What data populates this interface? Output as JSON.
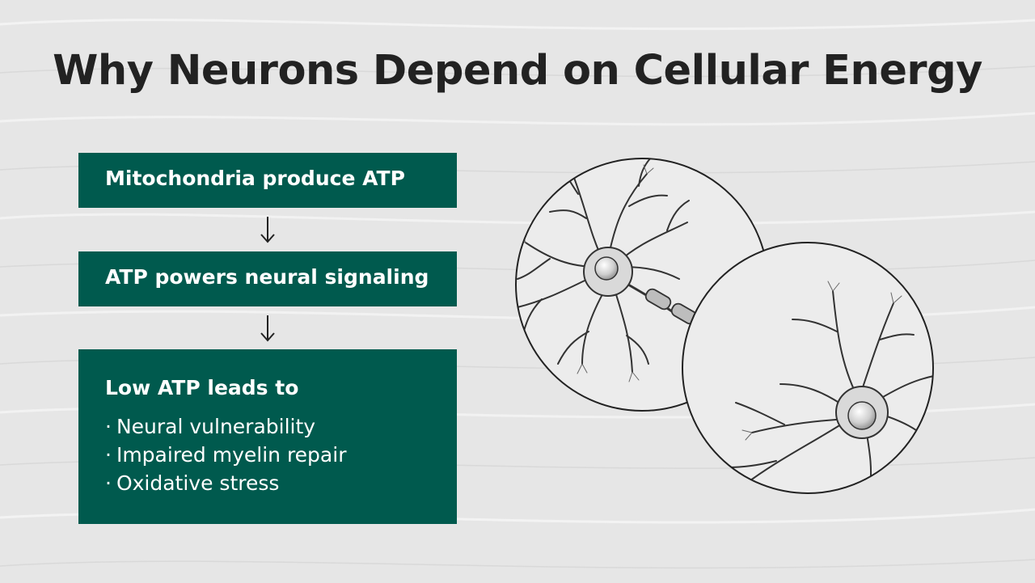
{
  "title": "Why Neurons Depend on Cellular Energy",
  "flow": {
    "step1": "Mitochondria produce ATP",
    "step2": "ATP powers neural signaling",
    "step3": {
      "heading": "Low ATP leads to",
      "items": [
        "Neural vulnerability",
        "Impaired myelin repair",
        "Oxidative stress"
      ]
    }
  },
  "colors": {
    "box": "#005a4e",
    "title": "#222222",
    "background": "#e6e6e6"
  },
  "illustration": {
    "icon": "neurons-illustration"
  }
}
